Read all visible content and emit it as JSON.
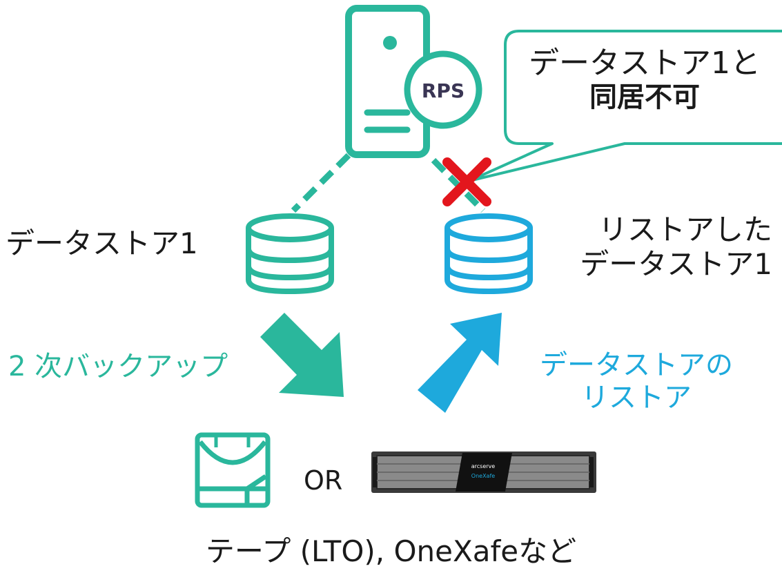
{
  "server": {
    "badge": "RPS"
  },
  "callout": {
    "line1": "データストア1と",
    "line2": "同居不可"
  },
  "datastore": {
    "label": "データストア1"
  },
  "restored_datastore": {
    "line1": "リストアした",
    "line2": "データストア1"
  },
  "secondary_backup": {
    "label": "2 次バックアップ"
  },
  "restore": {
    "line1": "データストアの",
    "line2": "リストア"
  },
  "targets": {
    "or": "OR",
    "caption": "テープ (LTO), OneXafeなど",
    "appliance_brand": "arcserve",
    "appliance_model": "OneXafe"
  },
  "colors": {
    "teal": "#2ab79c",
    "blue": "#1ea9dc",
    "cross": "#e3161d",
    "callout_border": "#2ab79c"
  },
  "icons": [
    "server-icon",
    "rps-badge-icon",
    "database-icon",
    "database-blue-icon",
    "tape-icon",
    "appliance-icon",
    "cross-icon"
  ]
}
